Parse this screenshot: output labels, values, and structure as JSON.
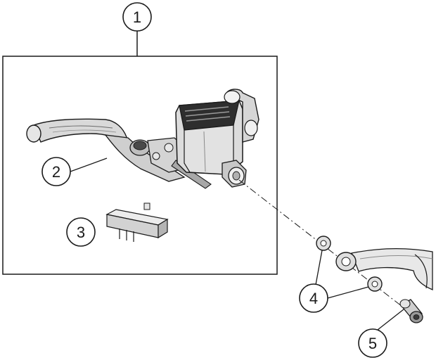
{
  "diagram": {
    "callouts": [
      {
        "id": "c1",
        "label": "1"
      },
      {
        "id": "c2",
        "label": "2"
      },
      {
        "id": "c3",
        "label": "3"
      },
      {
        "id": "c4",
        "label": "4"
      },
      {
        "id": "c5",
        "label": "5"
      }
    ]
  },
  "colors": {
    "line": "#1a1a1a",
    "part_fill_light": "#e6e6e6",
    "part_fill_mid": "#b8b8b8",
    "part_fill_dark": "#7a7a7a"
  }
}
